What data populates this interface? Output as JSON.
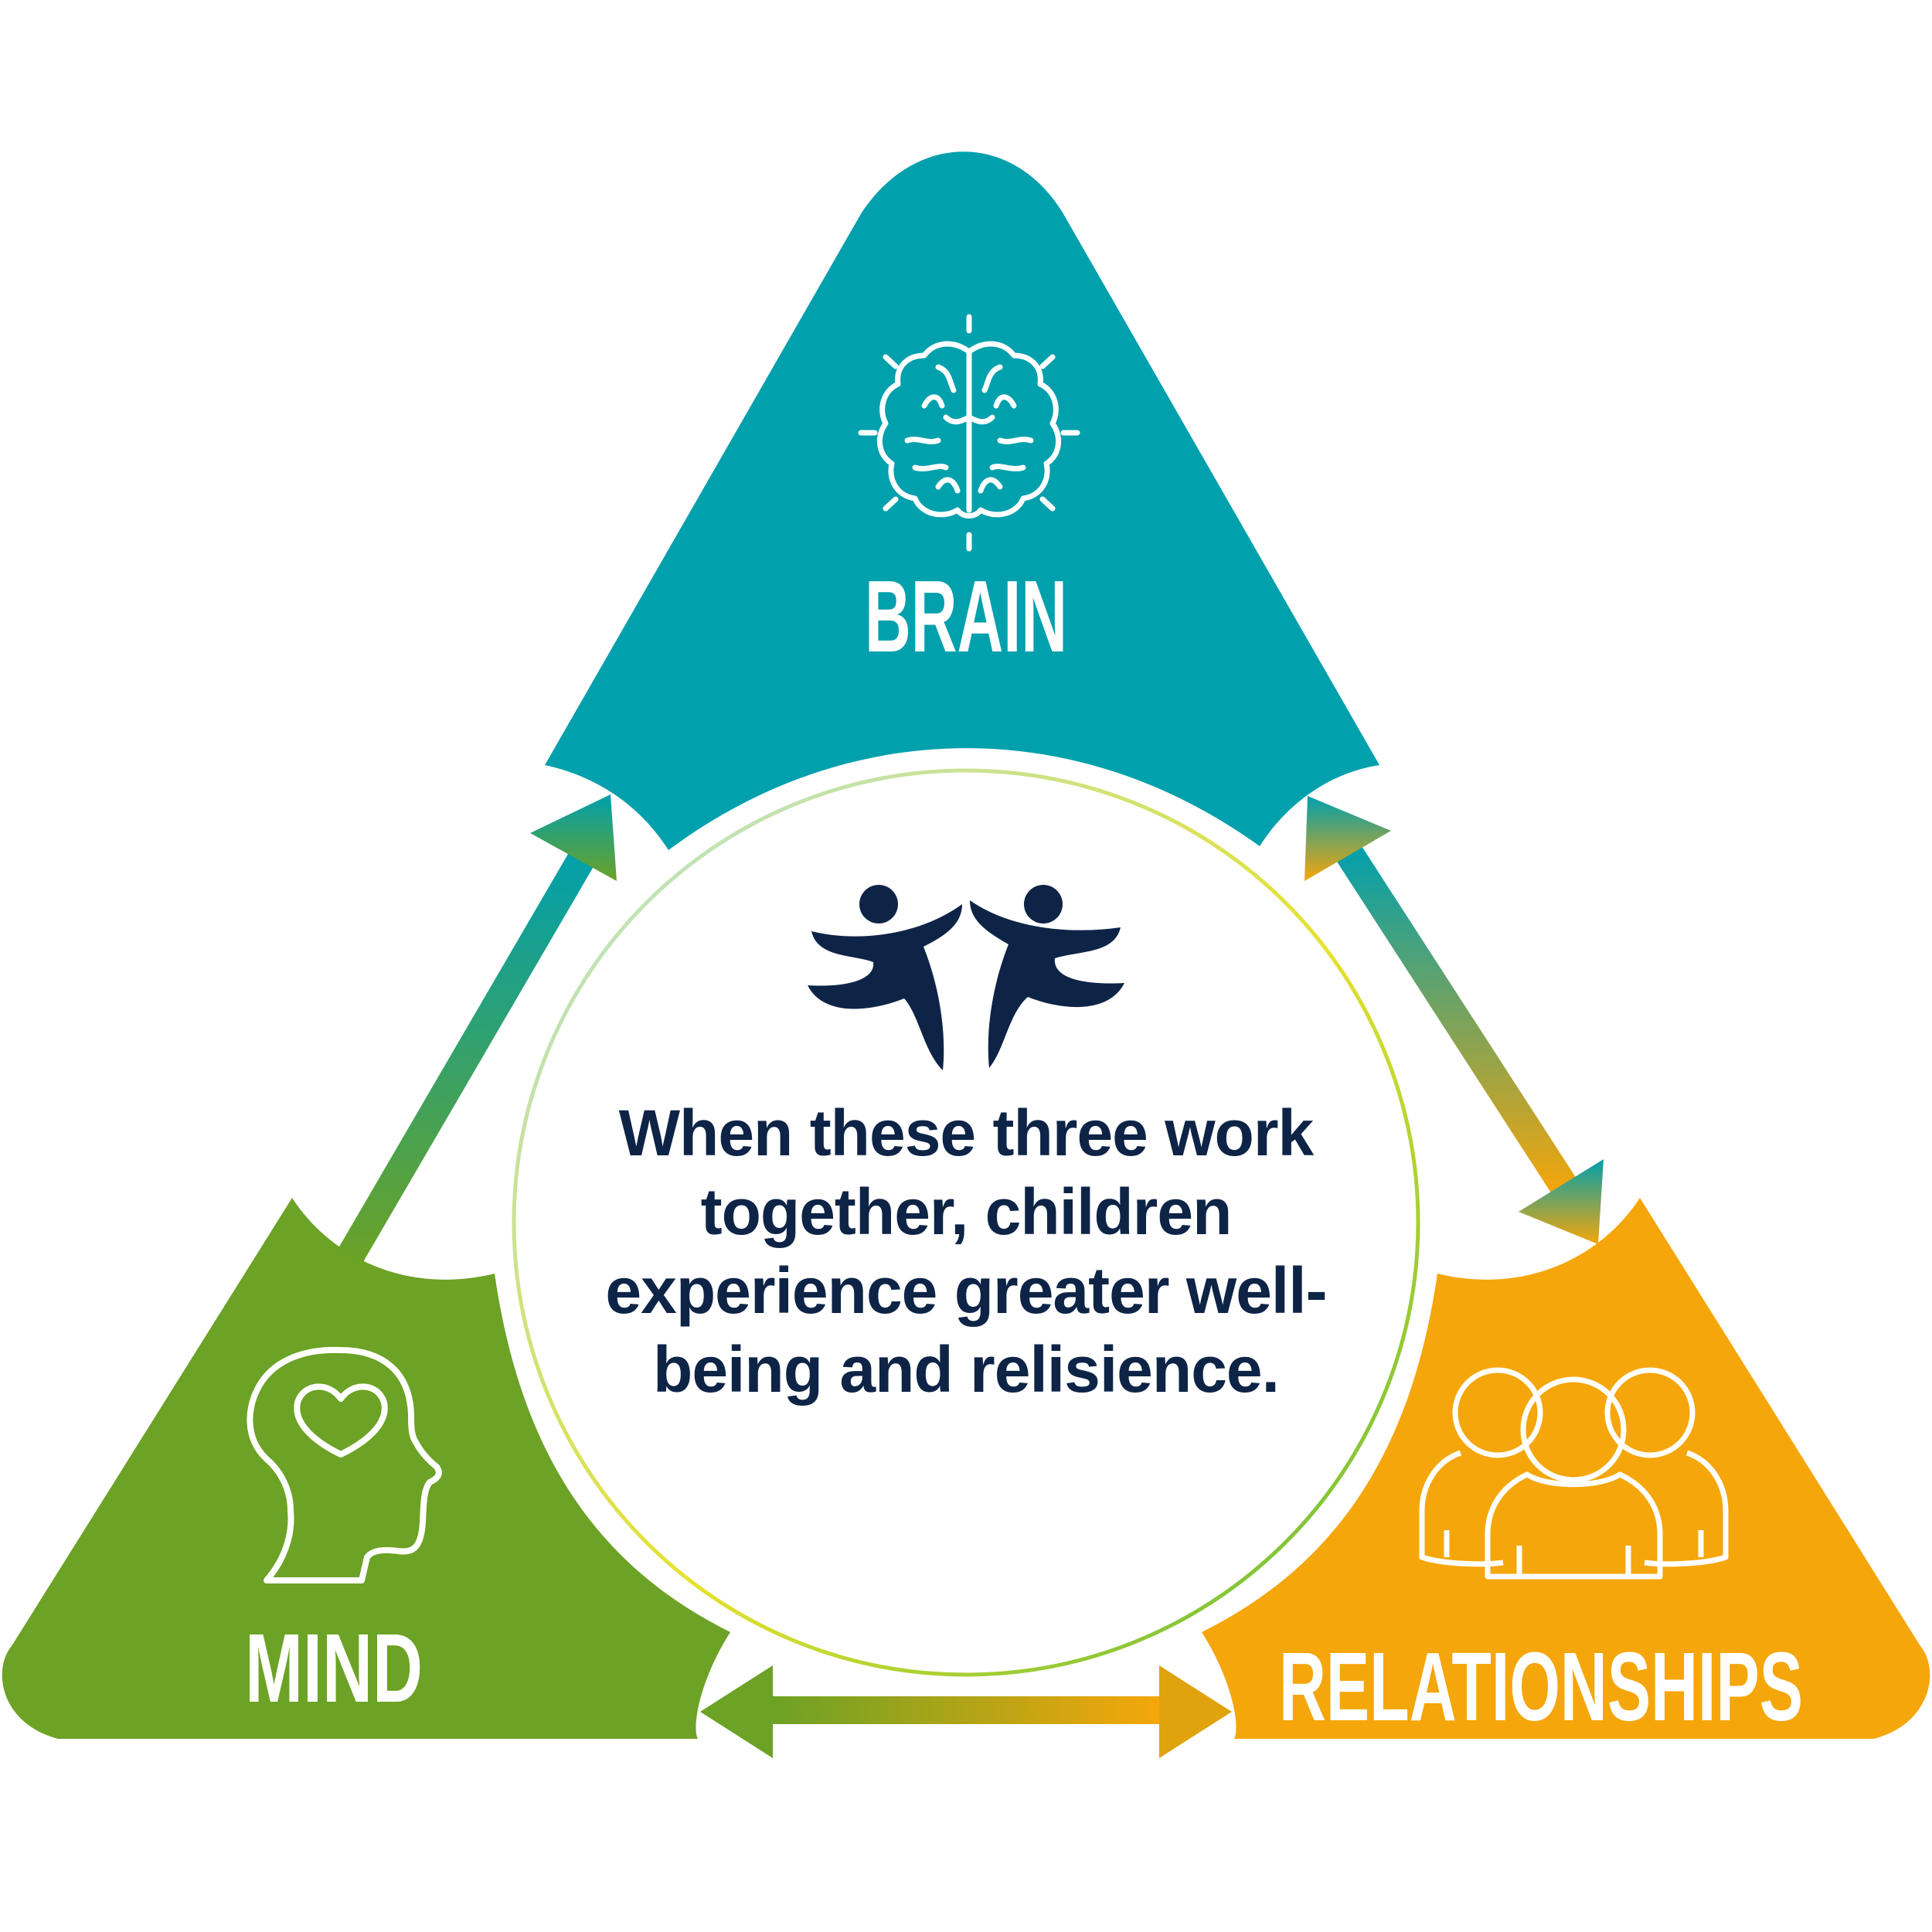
{
  "labels": {
    "brain": "BRAIN",
    "mind": "MIND",
    "relationships": "RELATIONSHIPS"
  },
  "center_text": "When these three work together, children experience greater well-being and relisience.",
  "colors": {
    "brain": "#00a0ad",
    "mind": "#6ca225",
    "relationships": "#f5a60a",
    "navy": "#0e2447"
  },
  "icons": {
    "brain": "brain-icon",
    "mind": "head-heart-icon",
    "relationships": "group-people-icon",
    "center": "children-jumping-icon"
  }
}
